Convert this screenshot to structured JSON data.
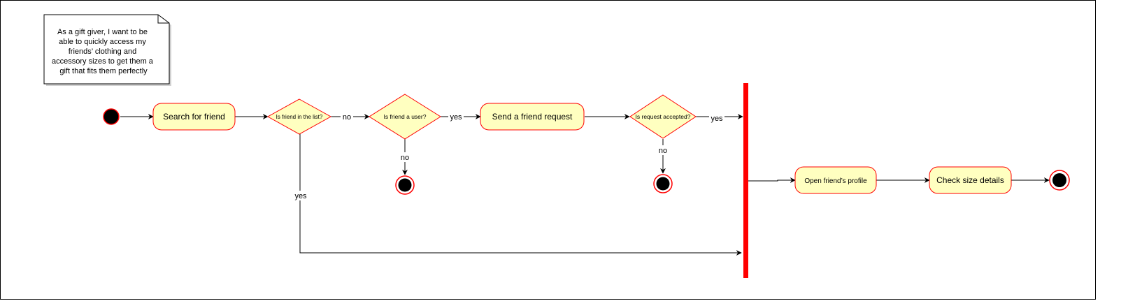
{
  "note": {
    "lines": [
      "As a gift giver, I want to be",
      "able to quickly access my",
      "friends’ clothing and",
      "accessory sizes to get them a",
      "gift that fits them perfectly"
    ]
  },
  "actions": {
    "search": "Search for friend",
    "send_request": "Send a friend request",
    "open_profile": "Open friend’s profile",
    "check_size": "Check size details"
  },
  "decisions": {
    "in_list": "Is friend in the list?",
    "is_user": "Is friend a user?",
    "accepted": "Is request accepted?"
  },
  "edges": {
    "in_list_no": "no",
    "in_list_yes": "yes",
    "is_user_yes": "yes",
    "is_user_no": "no",
    "accepted_yes": "yes",
    "accepted_no": "no"
  },
  "colors": {
    "node_fill": "#ffffc0",
    "node_stroke": "#ff0000",
    "bar": "#ff0000",
    "initial": "#000000"
  }
}
